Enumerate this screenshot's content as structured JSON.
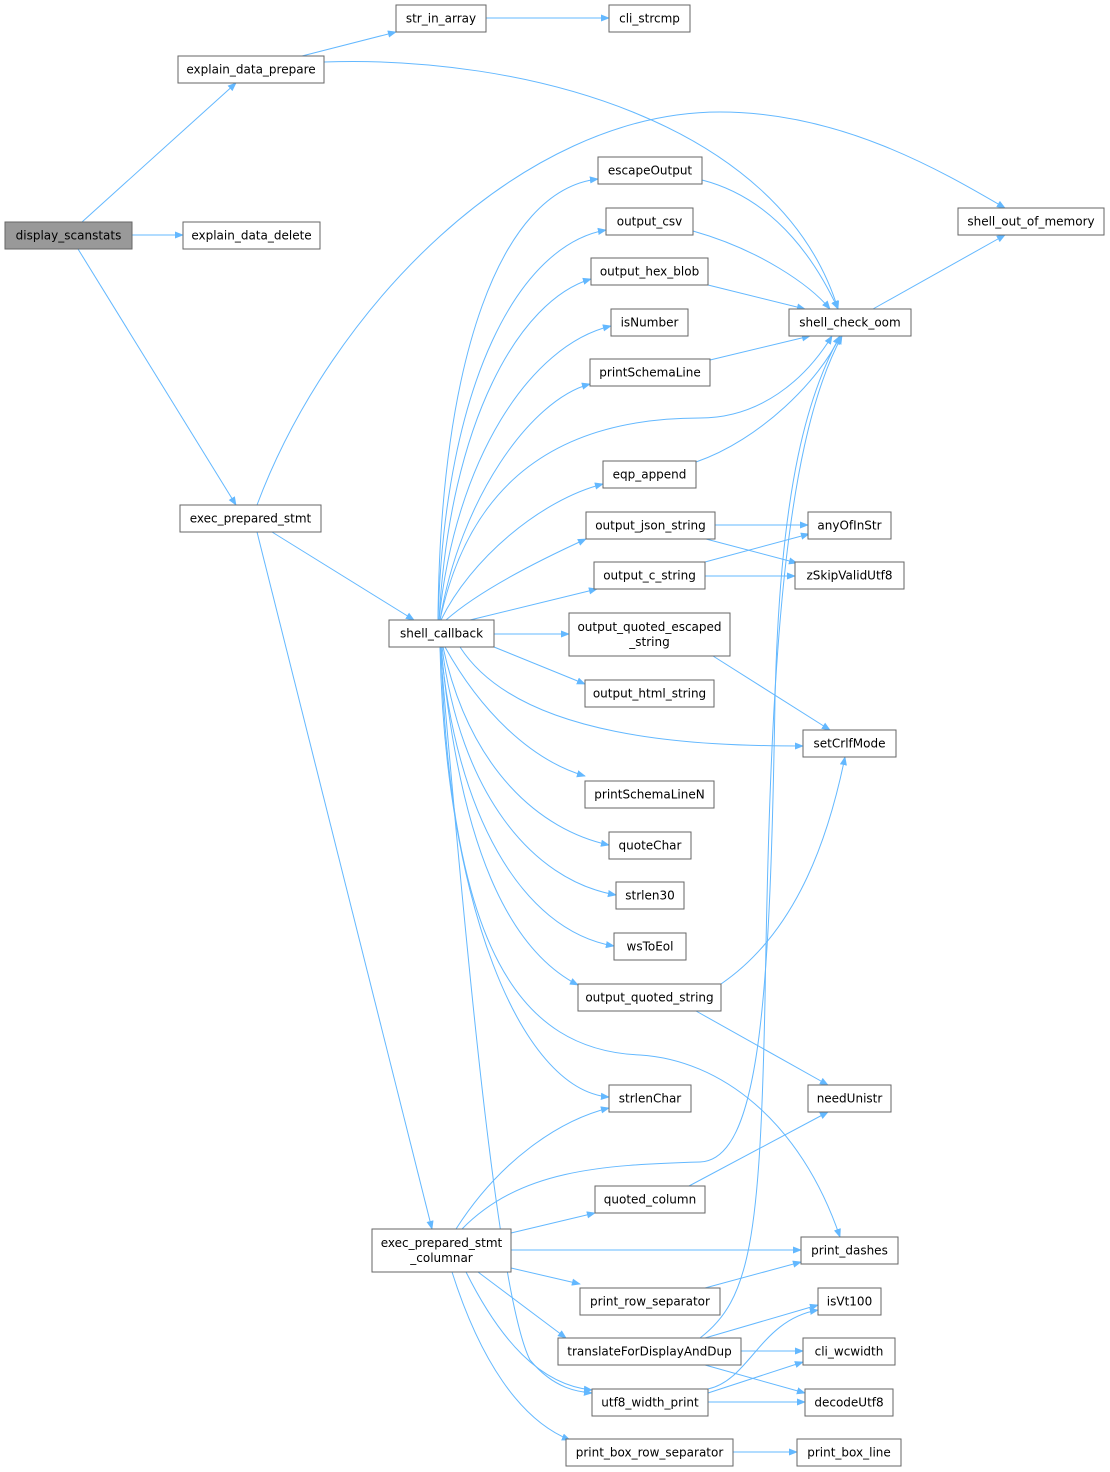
{
  "colors": {
    "edge": "#63b8ff",
    "node_border": "#666666",
    "root_fill": "#999999",
    "node_fill": "#ffffff"
  },
  "nodes": [
    {
      "id": "display_scanstats",
      "lines": [
        "display_scanstats"
      ],
      "root": true
    },
    {
      "id": "explain_data_prepare",
      "lines": [
        "explain_data_prepare"
      ]
    },
    {
      "id": "explain_data_delete",
      "lines": [
        "explain_data_delete"
      ]
    },
    {
      "id": "exec_prepared_stmt",
      "lines": [
        "exec_prepared_stmt"
      ]
    },
    {
      "id": "str_in_array",
      "lines": [
        "str_in_array"
      ]
    },
    {
      "id": "cli_strcmp",
      "lines": [
        "cli_strcmp"
      ]
    },
    {
      "id": "shell_check_oom",
      "lines": [
        "shell_check_oom"
      ]
    },
    {
      "id": "shell_out_of_memory",
      "lines": [
        "shell_out_of_memory"
      ]
    },
    {
      "id": "shell_callback",
      "lines": [
        "shell_callback"
      ]
    },
    {
      "id": "exec_prepared_stmt_columnar",
      "lines": [
        "exec_prepared_stmt",
        "_columnar"
      ]
    },
    {
      "id": "escapeOutput",
      "lines": [
        "escapeOutput"
      ]
    },
    {
      "id": "output_csv",
      "lines": [
        "output_csv"
      ]
    },
    {
      "id": "output_hex_blob",
      "lines": [
        "output_hex_blob"
      ]
    },
    {
      "id": "isNumber",
      "lines": [
        "isNumber"
      ]
    },
    {
      "id": "printSchemaLine",
      "lines": [
        "printSchemaLine"
      ]
    },
    {
      "id": "eqp_append",
      "lines": [
        "eqp_append"
      ]
    },
    {
      "id": "output_json_string",
      "lines": [
        "output_json_string"
      ]
    },
    {
      "id": "output_c_string",
      "lines": [
        "output_c_string"
      ]
    },
    {
      "id": "output_quoted_escaped_string",
      "lines": [
        "output_quoted_escaped",
        "_string"
      ]
    },
    {
      "id": "output_html_string",
      "lines": [
        "output_html_string"
      ]
    },
    {
      "id": "printSchemaLineN",
      "lines": [
        "printSchemaLineN"
      ]
    },
    {
      "id": "quoteChar",
      "lines": [
        "quoteChar"
      ]
    },
    {
      "id": "strlen30",
      "lines": [
        "strlen30"
      ]
    },
    {
      "id": "wsToEol",
      "lines": [
        "wsToEol"
      ]
    },
    {
      "id": "output_quoted_string",
      "lines": [
        "output_quoted_string"
      ]
    },
    {
      "id": "strlenChar",
      "lines": [
        "strlenChar"
      ]
    },
    {
      "id": "quoted_column",
      "lines": [
        "quoted_column"
      ]
    },
    {
      "id": "print_row_separator",
      "lines": [
        "print_row_separator"
      ]
    },
    {
      "id": "translateForDisplayAndDup",
      "lines": [
        "translateForDisplayAndDup"
      ]
    },
    {
      "id": "utf8_width_print",
      "lines": [
        "utf8_width_print"
      ]
    },
    {
      "id": "print_box_row_separator",
      "lines": [
        "print_box_row_separator"
      ]
    },
    {
      "id": "anyOfInStr",
      "lines": [
        "anyOfInStr"
      ]
    },
    {
      "id": "zSkipValidUtf8",
      "lines": [
        "zSkipValidUtf8"
      ]
    },
    {
      "id": "setCrlfMode",
      "lines": [
        "setCrlfMode"
      ]
    },
    {
      "id": "needUnistr",
      "lines": [
        "needUnistr"
      ]
    },
    {
      "id": "print_dashes",
      "lines": [
        "print_dashes"
      ]
    },
    {
      "id": "isVt100",
      "lines": [
        "isVt100"
      ]
    },
    {
      "id": "cli_wcwidth",
      "lines": [
        "cli_wcwidth"
      ]
    },
    {
      "id": "decodeUtf8",
      "lines": [
        "decodeUtf8"
      ]
    },
    {
      "id": "print_box_line",
      "lines": [
        "print_box_line"
      ]
    }
  ],
  "edges": [
    [
      "display_scanstats",
      "explain_data_prepare"
    ],
    [
      "display_scanstats",
      "explain_data_delete"
    ],
    [
      "display_scanstats",
      "exec_prepared_stmt"
    ],
    [
      "explain_data_prepare",
      "str_in_array"
    ],
    [
      "explain_data_prepare",
      "shell_check_oom"
    ],
    [
      "str_in_array",
      "cli_strcmp"
    ],
    [
      "exec_prepared_stmt",
      "shell_out_of_memory"
    ],
    [
      "exec_prepared_stmt",
      "shell_callback"
    ],
    [
      "exec_prepared_stmt",
      "exec_prepared_stmt_columnar"
    ],
    [
      "shell_check_oom",
      "shell_out_of_memory"
    ],
    [
      "shell_callback",
      "escapeOutput"
    ],
    [
      "shell_callback",
      "output_csv"
    ],
    [
      "shell_callback",
      "output_hex_blob"
    ],
    [
      "shell_callback",
      "isNumber"
    ],
    [
      "shell_callback",
      "printSchemaLine"
    ],
    [
      "shell_callback",
      "shell_check_oom"
    ],
    [
      "shell_callback",
      "eqp_append"
    ],
    [
      "shell_callback",
      "output_json_string"
    ],
    [
      "shell_callback",
      "output_c_string"
    ],
    [
      "shell_callback",
      "output_quoted_escaped_string"
    ],
    [
      "shell_callback",
      "output_html_string"
    ],
    [
      "shell_callback",
      "setCrlfMode"
    ],
    [
      "shell_callback",
      "printSchemaLineN"
    ],
    [
      "shell_callback",
      "quoteChar"
    ],
    [
      "shell_callback",
      "strlen30"
    ],
    [
      "shell_callback",
      "wsToEol"
    ],
    [
      "shell_callback",
      "output_quoted_string"
    ],
    [
      "shell_callback",
      "strlenChar"
    ],
    [
      "shell_callback",
      "print_dashes"
    ],
    [
      "shell_callback",
      "utf8_width_print"
    ],
    [
      "escapeOutput",
      "shell_check_oom"
    ],
    [
      "output_csv",
      "shell_check_oom"
    ],
    [
      "output_hex_blob",
      "shell_check_oom"
    ],
    [
      "printSchemaLine",
      "shell_check_oom"
    ],
    [
      "eqp_append",
      "shell_check_oom"
    ],
    [
      "output_json_string",
      "anyOfInStr"
    ],
    [
      "output_json_string",
      "zSkipValidUtf8"
    ],
    [
      "output_c_string",
      "anyOfInStr"
    ],
    [
      "output_c_string",
      "zSkipValidUtf8"
    ],
    [
      "output_quoted_escaped_string",
      "setCrlfMode"
    ],
    [
      "output_quoted_string",
      "setCrlfMode"
    ],
    [
      "output_quoted_string",
      "needUnistr"
    ],
    [
      "quoted_column",
      "needUnistr"
    ],
    [
      "exec_prepared_stmt_columnar",
      "strlenChar"
    ],
    [
      "exec_prepared_stmt_columnar",
      "shell_check_oom"
    ],
    [
      "exec_prepared_stmt_columnar",
      "quoted_column"
    ],
    [
      "exec_prepared_stmt_columnar",
      "print_dashes"
    ],
    [
      "exec_prepared_stmt_columnar",
      "print_row_separator"
    ],
    [
      "exec_prepared_stmt_columnar",
      "translateForDisplayAndDup"
    ],
    [
      "exec_prepared_stmt_columnar",
      "utf8_width_print"
    ],
    [
      "exec_prepared_stmt_columnar",
      "print_box_row_separator"
    ],
    [
      "print_row_separator",
      "print_dashes"
    ],
    [
      "translateForDisplayAndDup",
      "shell_check_oom"
    ],
    [
      "translateForDisplayAndDup",
      "isVt100"
    ],
    [
      "translateForDisplayAndDup",
      "cli_wcwidth"
    ],
    [
      "translateForDisplayAndDup",
      "decodeUtf8"
    ],
    [
      "utf8_width_print",
      "isVt100"
    ],
    [
      "utf8_width_print",
      "cli_wcwidth"
    ],
    [
      "utf8_width_print",
      "decodeUtf8"
    ],
    [
      "print_box_row_separator",
      "print_box_line"
    ]
  ]
}
